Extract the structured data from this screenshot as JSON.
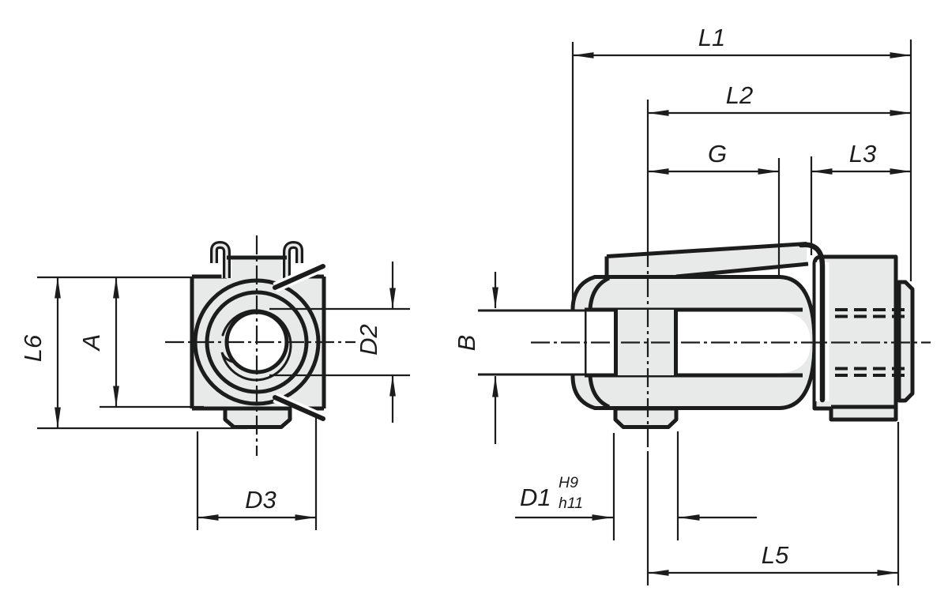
{
  "drawing": {
    "colors": {
      "background": "#ffffff",
      "line": "#1c1c1c",
      "part_fill": "#e8e9e9"
    },
    "dimensions": {
      "l1": {
        "label": "L1"
      },
      "l2": {
        "label": "L2"
      },
      "g": {
        "label": "G"
      },
      "l3": {
        "label": "L3"
      },
      "l5": {
        "label": "L5"
      },
      "l6": {
        "label": "L6"
      },
      "a": {
        "label": "A"
      },
      "b": {
        "label": "B"
      },
      "d1": {
        "label": "D1",
        "tolerance_upper": "H9",
        "tolerance_lower": "h11"
      },
      "d2": {
        "label": "D2"
      },
      "d3": {
        "label": "D3"
      }
    }
  }
}
